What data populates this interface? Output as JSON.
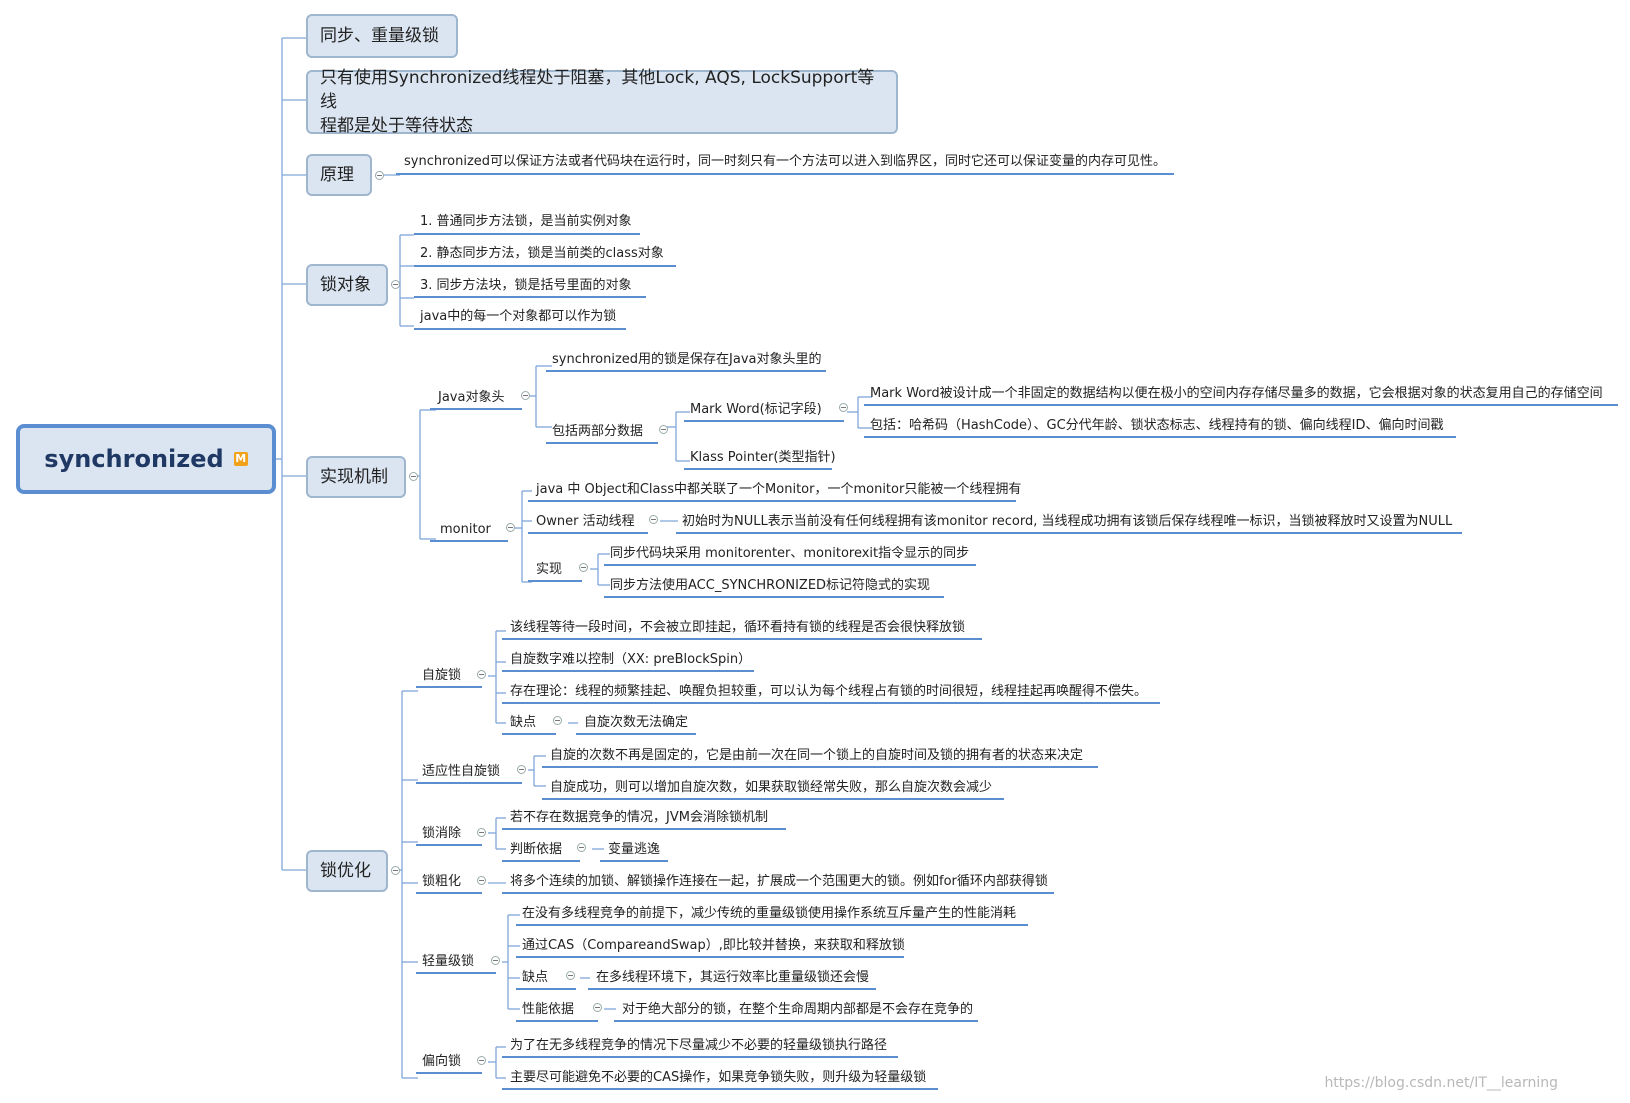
{
  "root": {
    "title": "synchronized",
    "marker": "M"
  },
  "top": {
    "sync": "同步、重量级锁",
    "block_state_1": "只有使用Synchronized线程处于阻塞，其他Lock, AQS, LockSupport等线",
    "block_state_2": "程都是处于等待状态"
  },
  "principle": {
    "title": "原理",
    "desc": "synchronized可以保证方法或者代码块在运行时，同一时刻只有一个方法可以进入到临界区，同时它还可以保证变量的内存可见性。"
  },
  "lock_objects": {
    "title": "锁对象",
    "items": [
      "1. 普通同步方法锁，是当前实例对象",
      "2. 静态同步方法，锁是当前类的class对象",
      "3. 同步方法块，锁是括号里面的对象",
      "java中的每一个对象都可以作为锁"
    ]
  },
  "mechanism": {
    "title": "实现机制",
    "header": {
      "title": "Java对象头",
      "stored": "synchronized用的锁是保存在Java对象头里的",
      "two_parts": "包括两部分数据",
      "mark_word": "Mark Word(标记字段)",
      "mark_desc": "Mark Word被设计成一个非固定的数据结构以便在极小的空间内存存储尽量多的数据，它会根据对象的状态复用自己的存储空间",
      "mark_contents": "包括：哈希码（HashCode）、GC分代年龄、锁状态标志、线程持有的锁、偏向线程ID、偏向时间戳",
      "klass": "Klass Pointer(类型指针)"
    },
    "monitor": {
      "title": "monitor",
      "desc": "java 中 Object和Class中都关联了一个Monitor，一个monitor只能被一个线程拥有",
      "owner": "Owner 活动线程",
      "owner_desc": "初始时为NULL表示当前没有任何线程拥有该monitor record, 当线程成功拥有该锁后保存线程唯一标识，当锁被释放时又设置为NULL",
      "impl": "实现",
      "impl_items": [
        "同步代码块采用 monitorenter、monitorexit指令显示的同步",
        "同步方法使用ACC_SYNCHRONIZED标记符隐式的实现"
      ]
    }
  },
  "optimization": {
    "title": "锁优化",
    "spin": {
      "title": "自旋锁",
      "items": [
        "该线程等待一段时间，不会被立即挂起，循环看持有锁的线程是否会很快释放锁",
        "自旋数字难以控制（XX: preBlockSpin）",
        "存在理论：线程的频繁挂起、唤醒负担较重，可以认为每个线程占有锁的时间很短，线程挂起再唤醒得不偿失。"
      ],
      "con": "缺点",
      "con_desc": "自旋次数无法确定"
    },
    "adaptive": {
      "title": "适应性自旋锁",
      "items": [
        "自旋的次数不再是固定的，它是由前一次在同一个锁上的自旋时间及锁的拥有者的状态来决定",
        "自旋成功，则可以增加自旋次数，如果获取锁经常失败，那么自旋次数会减少"
      ]
    },
    "elimination": {
      "title": "锁消除",
      "desc": "若不存在数据竞争的情况，JVM会消除锁机制",
      "basis": "判断依据",
      "basis_desc": "变量逃逸"
    },
    "coarsening": {
      "title": "锁粗化",
      "desc": "将多个连续的加锁、解锁操作连接在一起，扩展成一个范围更大的锁。例如for循环内部获得锁"
    },
    "lightweight": {
      "title": "轻量级锁",
      "items": [
        "在没有多线程竞争的前提下，减少传统的重量级锁使用操作系统互斥量产生的性能消耗",
        "通过CAS（CompareandSwap）,即比较并替换，来获取和释放锁"
      ],
      "con": "缺点",
      "con_desc": "在多线程环境下，其运行效率比重量级锁还会慢",
      "basis": "性能依据",
      "basis_desc": "对于绝大部分的锁，在整个生命周期内部都是不会存在竞争的"
    },
    "biased": {
      "title": "偏向锁",
      "items": [
        "为了在无多线程竞争的情况下尽量减少不必要的轻量级锁执行路径",
        "主要尽可能避免不必要的CAS操作，如果竞争锁失败，则升级为轻量级锁"
      ]
    }
  },
  "watermark": "https://blog.csdn.net/IT__learning",
  "colors": {
    "accent": "#5b8ed1",
    "box_fill": "#dbe5f1",
    "box_border": "#9fb6cf",
    "connector": "#7fa6d8"
  }
}
